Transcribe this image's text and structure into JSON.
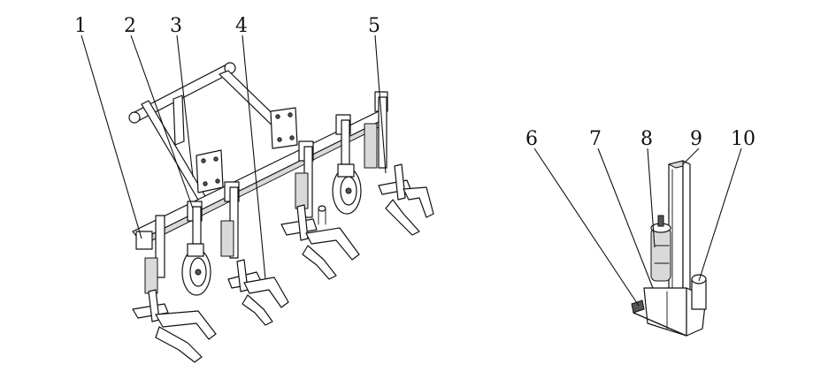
{
  "callouts_left": [
    "1",
    "2",
    "3",
    "4",
    "5"
  ],
  "callouts_right": [
    "6",
    "7",
    "8",
    "9",
    "10"
  ],
  "colors": {
    "ink": "#111111",
    "background": "#ffffff",
    "shade": "#d9d9d9"
  }
}
